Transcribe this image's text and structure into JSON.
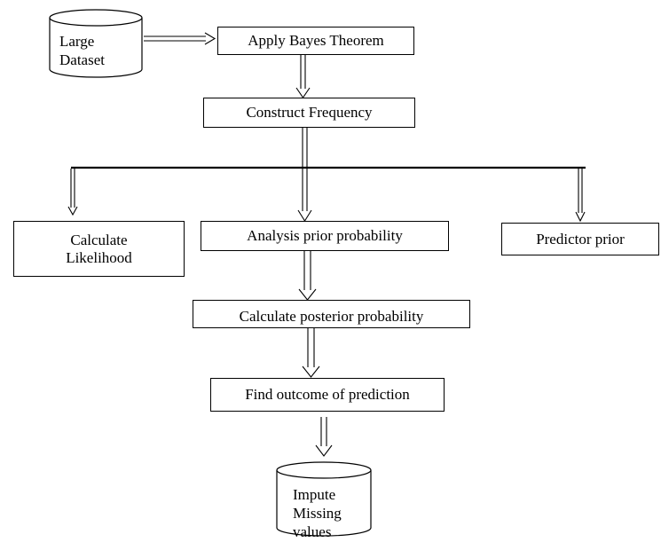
{
  "diagram": {
    "nodes": {
      "large_dataset": "Large\nDataset",
      "apply_bayes": "Apply Bayes Theorem",
      "construct_frequency": "Construct Frequency",
      "calculate_likelihood": "Calculate\nLikelihood",
      "analysis_prior": "Analysis prior probability",
      "predictor_prior": "Predictor prior",
      "calculate_posterior": "Calculate posterior probability",
      "find_outcome": "Find outcome of prediction",
      "impute_missing": "Impute\nMissing\nvalues"
    },
    "edges": [
      {
        "from": "Large Dataset",
        "to": "Apply Bayes Theorem"
      },
      {
        "from": "Apply Bayes Theorem",
        "to": "Construct Frequency"
      },
      {
        "from": "Construct Frequency",
        "to": "Calculate Likelihood"
      },
      {
        "from": "Construct Frequency",
        "to": "Analysis prior probability"
      },
      {
        "from": "Construct Frequency",
        "to": "Predictor prior"
      },
      {
        "from": "Analysis prior probability",
        "to": "Calculate posterior probability"
      },
      {
        "from": "Calculate posterior probability",
        "to": "Find outcome of prediction"
      },
      {
        "from": "Find outcome of prediction",
        "to": "Impute Missing values"
      }
    ]
  }
}
